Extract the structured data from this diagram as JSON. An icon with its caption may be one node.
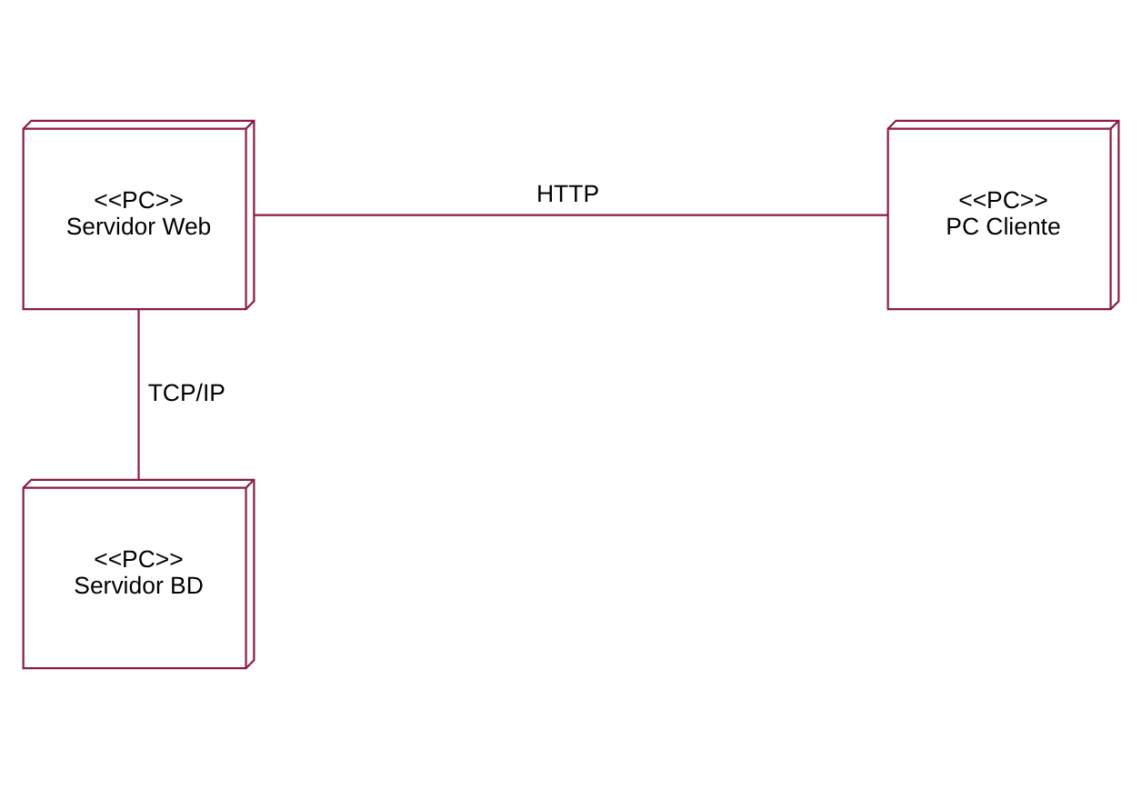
{
  "diagram": {
    "nodes": [
      {
        "text": [
          "<<PC>>",
          "Servidor Web"
        ]
      },
      {
        "text": [
          "<<PC>>",
          "PC Cliente"
        ]
      },
      {
        "text": [
          "<<PC>>",
          "Servidor BD"
        ]
      }
    ],
    "edges": [
      {
        "from": 0,
        "to": 1,
        "arrow": "none",
        "label": "HTTP"
      },
      {
        "from": 0,
        "to": 2,
        "arrow": "none",
        "label": "TCP/IP"
      }
    ]
  }
}
